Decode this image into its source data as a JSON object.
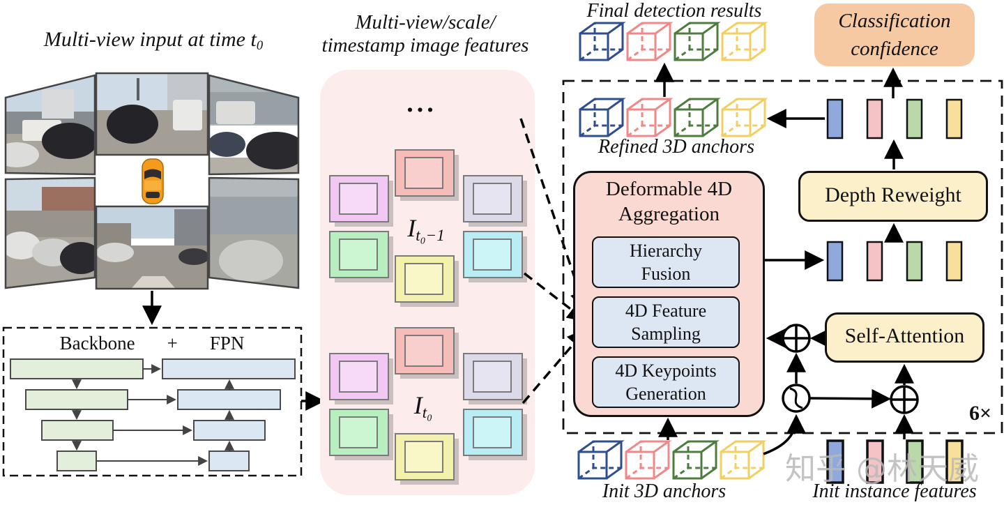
{
  "left_section": {
    "title_main": "Multi-view input at time t",
    "title_sub": "0",
    "backbone_title": {
      "part1": "Backbone",
      "part2": "+",
      "part3": "FPN"
    }
  },
  "features_section": {
    "title_line1": "Multi-view/scale/",
    "title_line2": "timestamp image features",
    "dots": "...",
    "clusters": [
      {
        "label_main": "I",
        "label_sub": "t₀−1"
      },
      {
        "label_main": "I",
        "label_sub": "t₀"
      }
    ]
  },
  "right_section": {
    "final_results_title": "Final detection results",
    "refined_anchors_label": "Refined 3D anchors",
    "init_anchors_label": "Init 3D anchors",
    "init_features_label": "Init instance features",
    "classification": {
      "line1": "Classification",
      "line2": "confidence"
    },
    "deformable": {
      "title_line1": "Deformable 4D",
      "title_line2": "Aggregation",
      "sub1_line1": "Hierarchy",
      "sub1_line2": "Fusion",
      "sub2_line1": "4D Feature",
      "sub2_line2": "Sampling",
      "sub3_line1": "4D Keypoints",
      "sub3_line2": "Generation"
    },
    "depth_reweight_label": "Depth Reweight",
    "self_attention_label": "Self-Attention",
    "repeat_label": "6×"
  },
  "watermark": "知乎 @林天威",
  "colors": {
    "cube_blue": "#2e4e8e",
    "cube_pink": "#f08888",
    "cube_green": "#4c7c3e",
    "cube_yellow": "#f2cf63",
    "bar_blue": "#8fa9dc",
    "bar_pink": "#f5c3c6",
    "bar_green": "#b9d9ab",
    "bar_yellow": "#f8df9b",
    "features_panel_pink": "#fcecec",
    "deformable_fill": "#fad9d2",
    "subbox_blue": "#dce7f3",
    "yellow_box": "#fcf0cb",
    "classification_orange": "#f6c9a2",
    "backbone_green": "#e4efdb",
    "fpn_blue": "#dbe8f4",
    "feature_square_colors": [
      "#f2c7f3",
      "#f5bcb8",
      "#dcdae8",
      "#b7efc0",
      "#f4f1ac",
      "#b7edf3"
    ],
    "ego_car_orange": "#f29b1d"
  }
}
